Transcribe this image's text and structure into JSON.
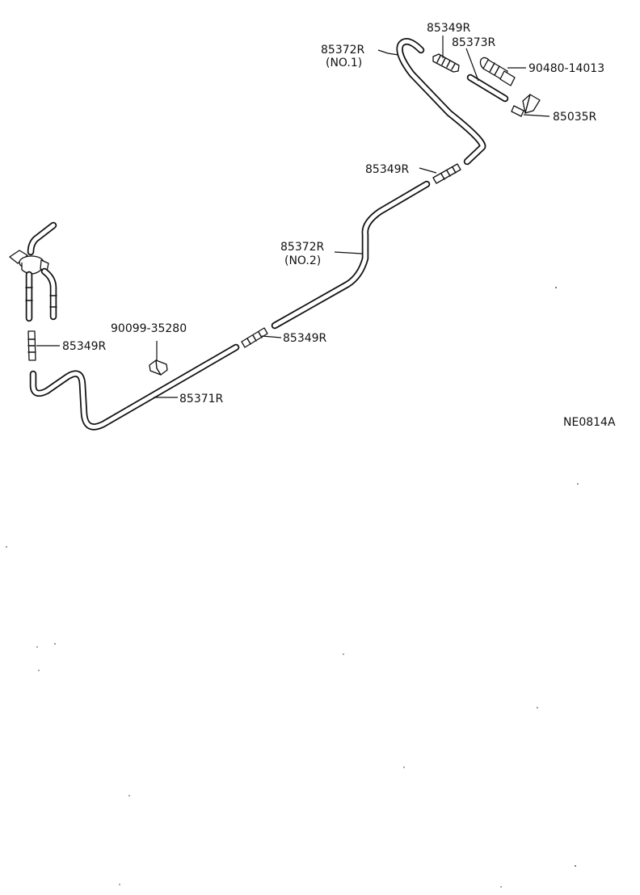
{
  "labels": {
    "hose_no1_part": "85372R",
    "hose_no1_sub": "(NO.1)",
    "joint_top": "85349R",
    "hose_short": "85373R",
    "check_valve": "90480-14013",
    "filter": "85035R",
    "joint_mid": "85349R",
    "hose_no2_part": "85372R",
    "hose_no2_sub": "(NO.2)",
    "clip": "90099-35280",
    "joint_low": "85349R",
    "joint_left": "85349R",
    "hose_front": "85371R",
    "drawing_code": "NE0814A"
  }
}
